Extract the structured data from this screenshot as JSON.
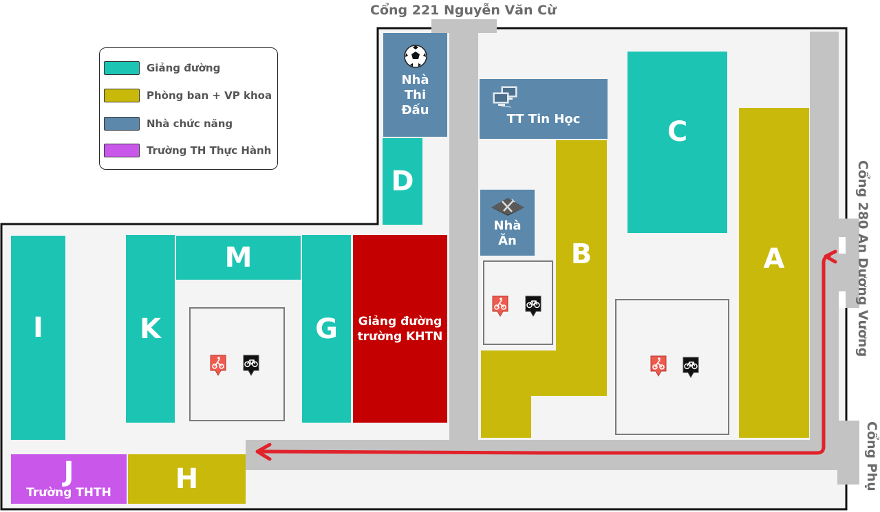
{
  "gates": {
    "top": "Cổng 221 Nguyễn Văn Cừ",
    "right": "Cổng 280 An Dương Vương",
    "side": "Cổng Phụ"
  },
  "legend": {
    "items": [
      {
        "label": "Giảng đường",
        "color": "#1cc4b3"
      },
      {
        "label": "Phòng ban + VP khoa",
        "color": "#c9b90b"
      },
      {
        "label": "Nhà chức năng",
        "color": "#5b88ab"
      },
      {
        "label": "Trường TH Thực Hành",
        "color": "#c957ea"
      }
    ]
  },
  "buildings": {
    "A": "A",
    "B": "B",
    "C": "C",
    "D": "D",
    "G": "G",
    "H": "H",
    "I": "I",
    "J": "J",
    "J_sub": "Trường THTH",
    "K": "K",
    "M": "M",
    "sports_hall": [
      "Nhà",
      "Thi",
      "Đấu"
    ],
    "it_center": "TT Tin Học",
    "canteen": [
      "Nhà",
      "Ăn"
    ],
    "khtn": [
      "Giảng đường",
      "trường KHTN"
    ]
  },
  "icons": {
    "sports_hall": "soccer-ball-icon",
    "it_center": "computer-network-icon",
    "canteen": "fork-knife-icon",
    "parking_motorbike": "motorbike-parking-icon",
    "parking_bicycle": "bicycle-parking-icon",
    "route": "red-arrow-route"
  },
  "colors": {
    "lecture": "#1cc4b3",
    "office": "#c9b90b",
    "functional": "#5b88ab",
    "practice_school": "#c957ea",
    "khtn": "#c40000",
    "road": "#c3c3c3",
    "route": "#e0222a"
  }
}
